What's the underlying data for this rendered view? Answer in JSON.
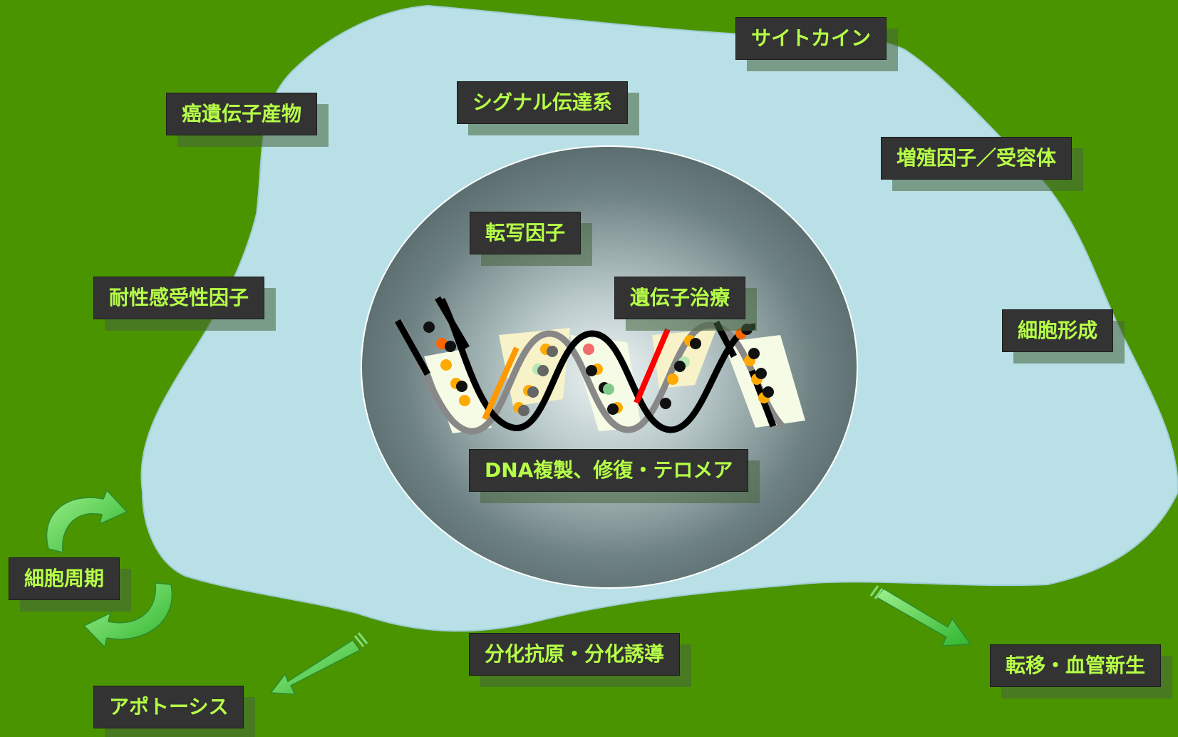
{
  "labels": {
    "cytokine": "サイトカイン",
    "oncogene_product": "癌遺伝子産物",
    "signal_transduction": "シグナル伝達系",
    "growth_factor_receptor": "増殖因子／受容体",
    "transcription_factor": "転写因子",
    "gene_therapy": "遺伝子治療",
    "drug_sensitivity": "耐性感受性因子",
    "cell_morphology": "細胞形成",
    "dna_replication": "DNA複製、修復・テロメア",
    "cell_cycle": "細胞周期",
    "differentiation": "分化抗原・分化誘導",
    "apoptosis": "アポトーシス",
    "metastasis": "転移・血管新生"
  },
  "icons": {
    "cycle_arrows": "curved-cycle-arrow-icon",
    "apoptosis_arrow": "arrow-down-left-icon",
    "metastasis_arrow": "arrow-down-right-icon",
    "dna": "dna-double-helix-icon"
  },
  "colors": {
    "background": "#4a9400",
    "cell": "#b9e0e6",
    "nucleus_dark": "#5a6d6e",
    "label_bg": "#333333",
    "label_text": "#b6ff47",
    "arrow": "#3ec43e"
  }
}
